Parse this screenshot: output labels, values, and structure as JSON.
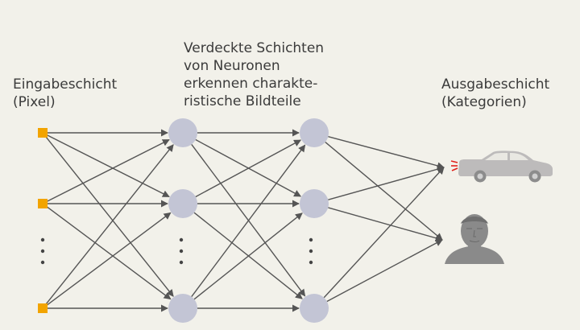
{
  "labels": {
    "input": "Eingabeschicht\n(Pixel)",
    "hidden": "Verdeckte Schichten\nvon Neuronen\nerkennen charakte-\nristische Bildteile",
    "output": "Ausgabeschicht\n(Kategorien)"
  },
  "icons": {
    "input_node": "pixel-square",
    "hidden_node": "neuron-circle",
    "output_car": "car-icon",
    "output_person": "person-head-icon",
    "ellipsis": "vertical-ellipsis-icon"
  },
  "colors": {
    "background": "#f2f1ea",
    "pixel": "#f2a400",
    "neuron": "#c3c5d5",
    "arrow": "#555555",
    "car": "#bdbbbb",
    "person": "#8a8a8a",
    "taillight": "#e0201a"
  }
}
